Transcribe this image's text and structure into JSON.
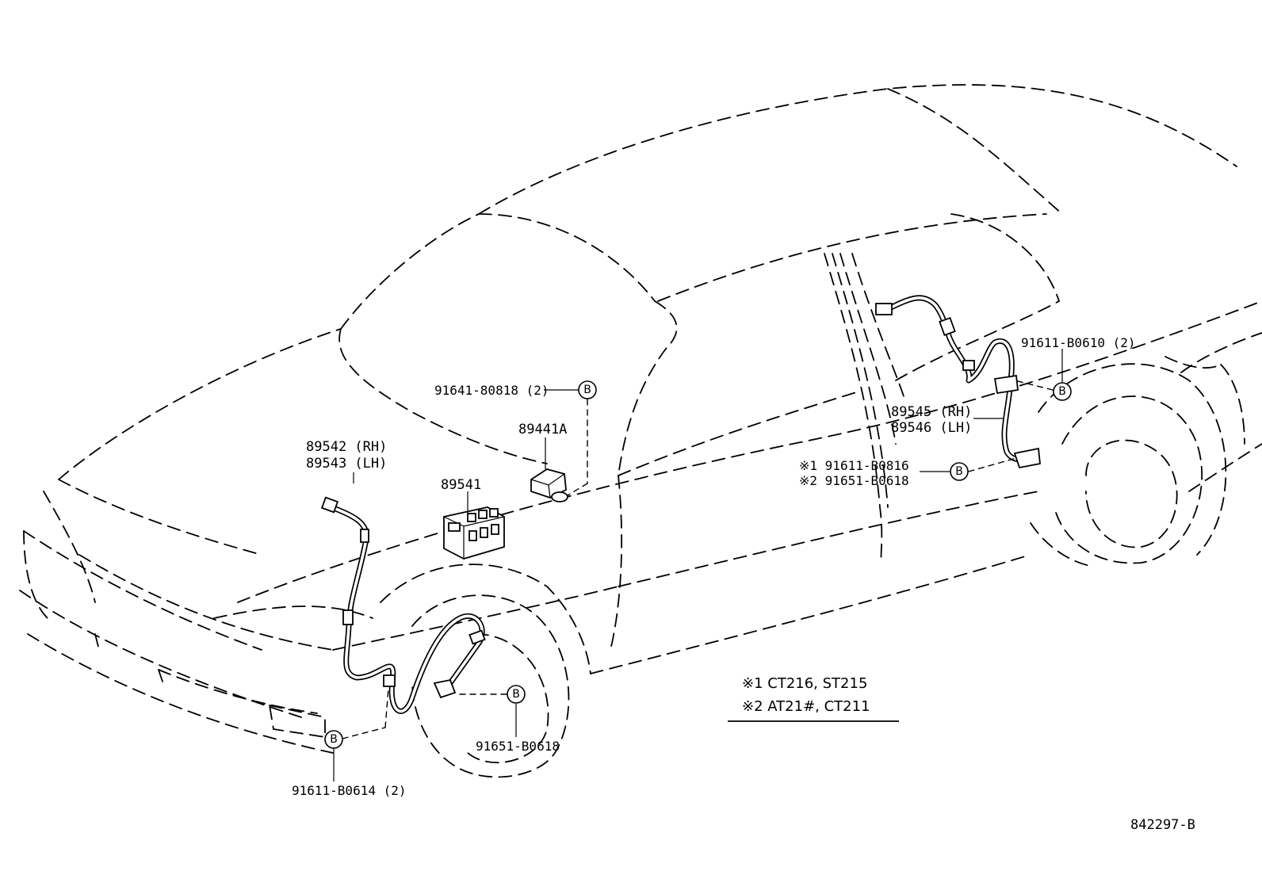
{
  "labels": {
    "bolt_top": "91641-80818 (2)",
    "ecu_part": "89441A",
    "actuator_part": "89541",
    "front_sensor_rh": "89542 (RH)",
    "front_sensor_lh": "89543 (LH)",
    "rear_bolt_top": "91611-B0610 (2)",
    "rear_sensor_rh": "89545 (RH)",
    "rear_sensor_lh": "89546 (LH)",
    "rear_bolt_1": "※1 91611-B0816",
    "rear_bolt_2": "※2 91651-B0618",
    "front_bolt_right": "91651-B0618",
    "front_bolt_left": "91611-B0614 (2)",
    "circle_marker": "B"
  },
  "notes": {
    "note1": "※1  CT216, ST215",
    "note2": "※2  AT21#, CT211"
  },
  "diagram_id": "842297-B"
}
